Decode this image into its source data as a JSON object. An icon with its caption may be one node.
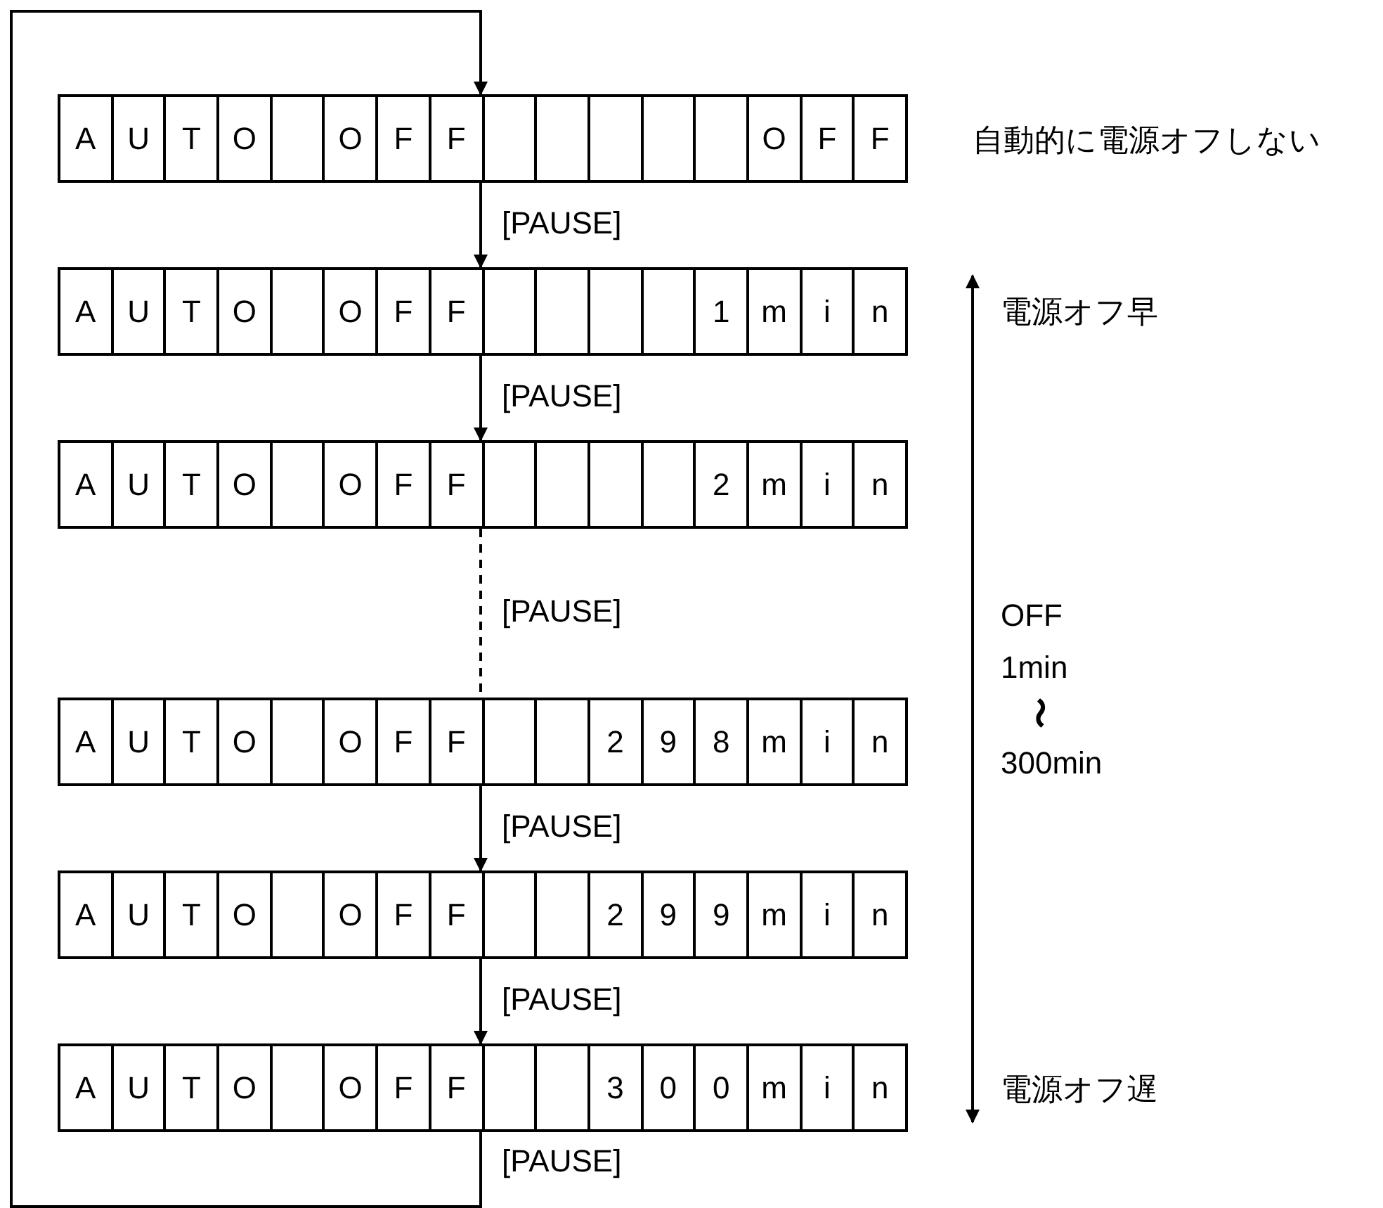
{
  "diagram": {
    "nodes": [
      {
        "text": [
          "A",
          "U",
          "T",
          "O",
          "O",
          "F",
          "F",
          "O",
          "F",
          "F"
        ],
        "beside": [
          "自動的に電源オフしない"
        ]
      },
      {
        "text": [
          "A",
          "U",
          "T",
          "O",
          "O",
          "F",
          "F",
          "1",
          "m",
          "i",
          "n"
        ]
      },
      {
        "text": [
          "A",
          "U",
          "T",
          "O",
          "O",
          "F",
          "F",
          "2",
          "m",
          "i",
          "n"
        ]
      },
      {
        "text": [
          "A",
          "U",
          "T",
          "O",
          "O",
          "F",
          "F",
          "2",
          "9",
          "8",
          "m",
          "i",
          "n"
        ]
      },
      {
        "text": [
          "A",
          "U",
          "T",
          "O",
          "O",
          "F",
          "F",
          "2",
          "9",
          "9",
          "m",
          "i",
          "n"
        ]
      },
      {
        "text": [
          "A",
          "U",
          "T",
          "O",
          "O",
          "F",
          "F",
          "3",
          "0",
          "0",
          "m",
          "i",
          "n"
        ]
      }
    ],
    "edges": [
      {
        "from": 0,
        "to": 1,
        "arrow": "to",
        "label": "[PAUSE]"
      },
      {
        "from": 1,
        "to": 2,
        "arrow": "to",
        "label": "[PAUSE]"
      },
      {
        "from": 2,
        "to": 3,
        "arrow": "none",
        "style": "dashed",
        "label": "[PAUSE]"
      },
      {
        "from": 3,
        "to": 4,
        "arrow": "to",
        "label": "[PAUSE]"
      },
      {
        "from": 4,
        "to": 5,
        "arrow": "to",
        "label": "[PAUSE]"
      },
      {
        "from": 5,
        "to": 0,
        "arrow": "to",
        "label": "[PAUSE]"
      }
    ],
    "labels": [
      "電源オフ早",
      "OFF",
      "1min",
      "〜",
      "300min",
      "電源オフ遅"
    ]
  }
}
